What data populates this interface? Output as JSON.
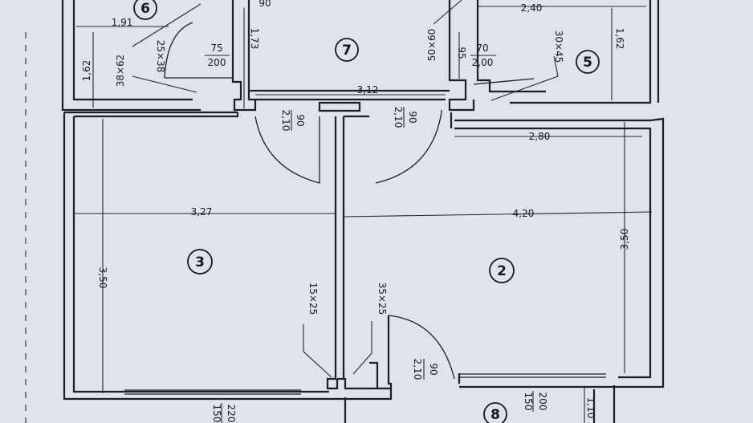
{
  "rooms": [
    {
      "id": "room-2",
      "number": "2"
    },
    {
      "id": "room-3",
      "number": "3"
    },
    {
      "id": "room-5",
      "number": "5"
    },
    {
      "id": "room-6",
      "number": "6"
    },
    {
      "id": "room-7",
      "number": "7"
    },
    {
      "id": "room-8",
      "number": "8"
    }
  ],
  "dimensions": {
    "d_191": "1,91",
    "d_240": "2,40",
    "d_90_top": "90",
    "d_162_left": "1,62",
    "d_162_right": "1,62",
    "d_173": "1,73",
    "d_95": "95",
    "d_312": "3,12",
    "d_280": "2,80",
    "d_327": "3,27",
    "d_420": "4,20",
    "d_350_left": "3,50",
    "d_350_right": "3,50",
    "d_110": "1,10"
  },
  "openings": {
    "win_25x38": "25×38",
    "win_38x62": "38×62",
    "door_75": "75",
    "door_200": "200",
    "win_50x60": "50×60",
    "door_70": "70",
    "door_200b": "2,00",
    "win_30x45": "30×45",
    "door_90a_top": "90",
    "door_90a_bot": "2,10",
    "door_90b_top": "90",
    "door_90b_bot": "2,10",
    "vent_15x25": "15×25",
    "vent_35x25": "35×25",
    "door_90c_top": "90",
    "door_90c_bot": "2,10",
    "win_200": "200",
    "win_150": "150",
    "win_220": "220",
    "win_150b": "150"
  }
}
